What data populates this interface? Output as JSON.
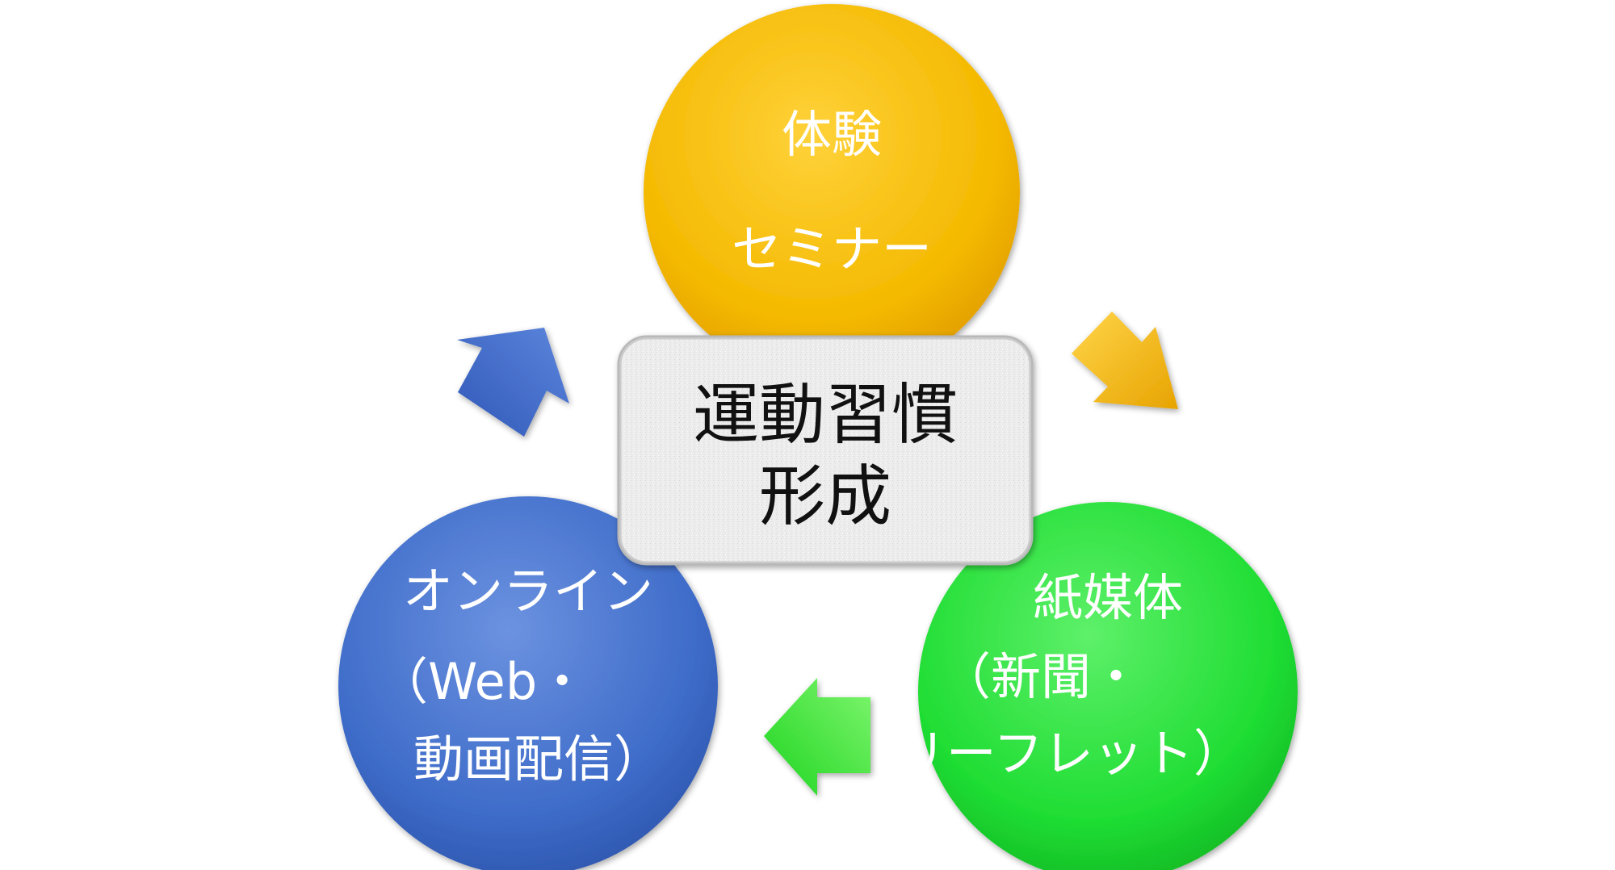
{
  "center": {
    "lines": [
      "運動習慣",
      "形成"
    ]
  },
  "nodes": {
    "top": {
      "lines": [
        "体験",
        "セミナー"
      ],
      "color": "#f5b800"
    },
    "right": {
      "lines": [
        "紙媒体",
        "（新聞・",
        "リーフレット）"
      ],
      "color": "#22dd33"
    },
    "left": {
      "lines": [
        "オンライン",
        "（Web・",
        "動画配信）"
      ],
      "color": "#3f6fd0"
    }
  },
  "arrows": [
    {
      "from": "top",
      "to": "right",
      "color": "#f2b400"
    },
    {
      "from": "right",
      "to": "left",
      "color": "#33dd22"
    },
    {
      "from": "left",
      "to": "top",
      "color": "#3a68cc"
    }
  ]
}
